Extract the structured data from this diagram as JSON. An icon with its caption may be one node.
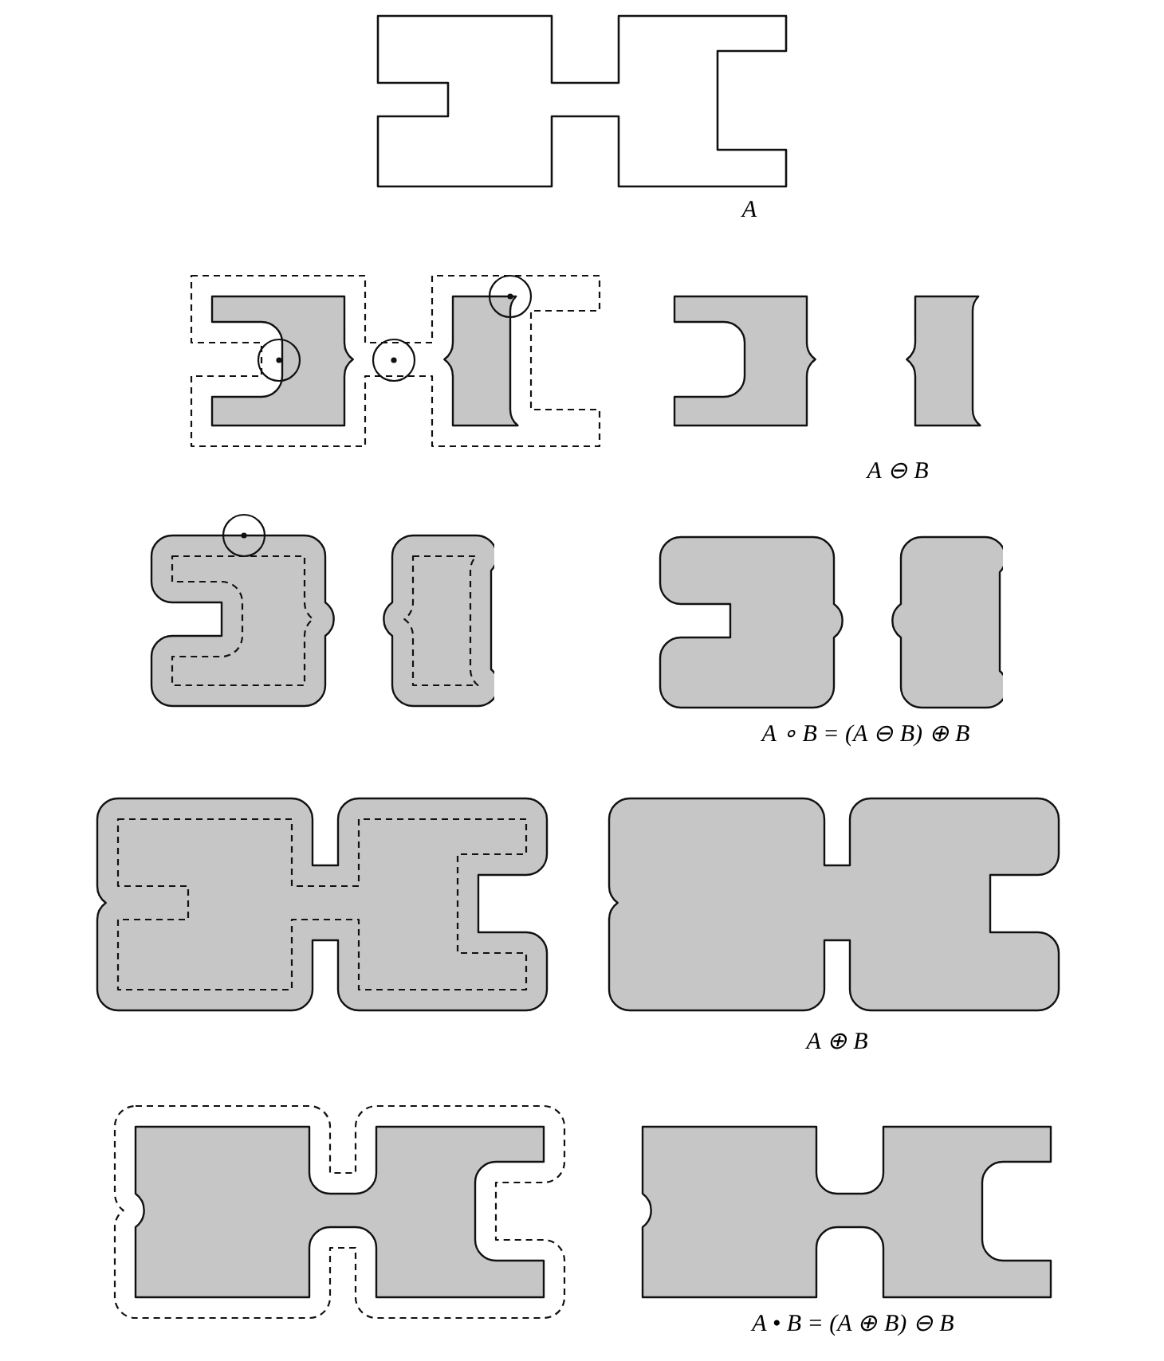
{
  "diagram": {
    "nodes": [
      {
        "text": [],
        "shape": "polygon",
        "beside": [
          "A"
        ]
      },
      {
        "text": [],
        "shape": "picture"
      },
      {
        "text": [],
        "shape": "polygon",
        "beside": [
          "A ⊖ B"
        ]
      },
      {
        "text": [],
        "shape": "picture"
      },
      {
        "text": [],
        "shape": "polygon",
        "beside": [
          "A ∘ B = (A ⊖ B) ⊕ B"
        ]
      },
      {
        "text": [],
        "shape": "picture"
      },
      {
        "text": [],
        "shape": "polygon",
        "beside": [
          "A ⊕ B"
        ]
      },
      {
        "text": [],
        "shape": "picture"
      },
      {
        "text": [],
        "shape": "polygon",
        "beside": [
          "A • B = (A ⊕ B) ⊖ B"
        ]
      }
    ]
  }
}
